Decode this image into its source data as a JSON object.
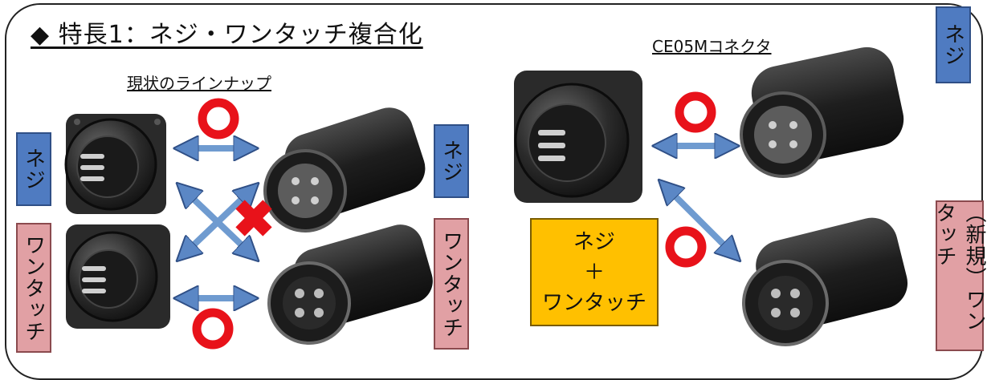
{
  "title": "◆ 特長1：ネジ・ワンタッチ複合化",
  "left_subtitle": "現状のラインナップ",
  "right_subtitle": "CE05Mコネクタ",
  "labels": {
    "screw": "ネジ",
    "onetouch": "ワンタッチ",
    "new_onetouch": "（新規）ワンタッチ"
  },
  "combo": {
    "line1": "ネジ",
    "line2": "＋",
    "line3": "ワンタッチ"
  },
  "colors": {
    "screw_label": "#4f7bc1",
    "onetouch_label": "#e1a0a4",
    "combo_box": "#ffc000",
    "ok_ring": "#e8121a",
    "ng_cross": "#e8121a",
    "arrow": "#6f9bd0"
  },
  "icons": {
    "ok": "red-circle-ok-icon",
    "ng": "red-cross-ng-icon"
  }
}
